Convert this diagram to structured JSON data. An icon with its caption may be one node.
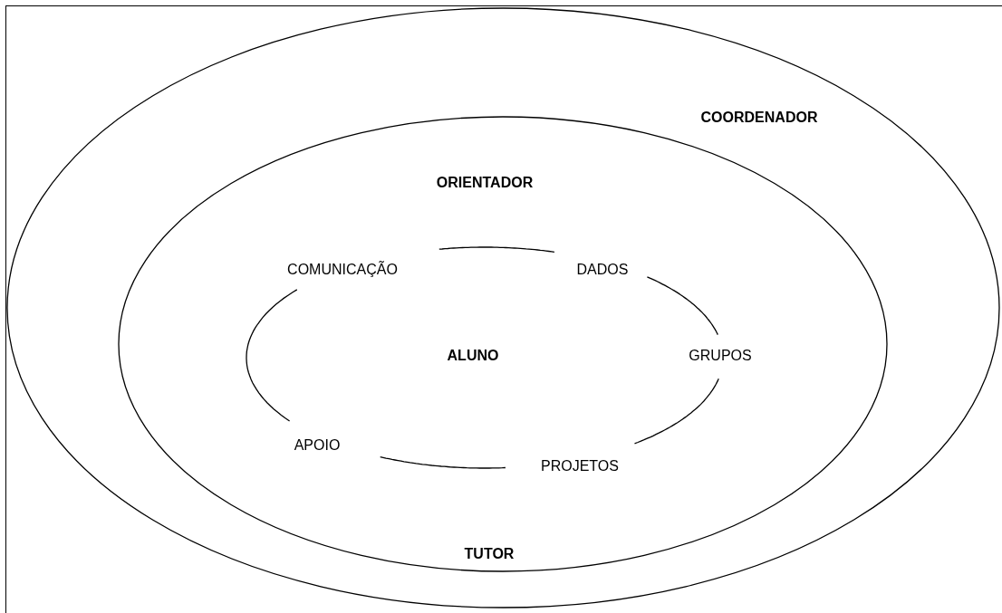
{
  "diagram": {
    "nodes": [
      {
        "text": [
          "COORDENADOR"
        ]
      },
      {
        "text": [
          "ORIENTADOR",
          "TUTOR"
        ],
        "in": 0
      },
      {
        "text": [
          "COMUNICAÇÃO"
        ],
        "in": 1
      },
      {
        "text": [
          "DADOS"
        ],
        "in": 1
      },
      {
        "text": [
          "GRUPOS"
        ],
        "in": 1
      },
      {
        "text": [
          "PROJETOS"
        ],
        "in": 1
      },
      {
        "text": [
          "APOIO"
        ],
        "in": 1
      }
    ],
    "edges": [
      {
        "from": 2,
        "to": 3,
        "arrow": "none"
      },
      {
        "from": 3,
        "to": 4,
        "arrow": "none"
      },
      {
        "from": 4,
        "to": 5,
        "arrow": "none"
      },
      {
        "from": 5,
        "to": 6,
        "arrow": "none"
      },
      {
        "from": 6,
        "to": 2,
        "arrow": "none"
      }
    ],
    "labels": [
      "ALUNO"
    ]
  }
}
